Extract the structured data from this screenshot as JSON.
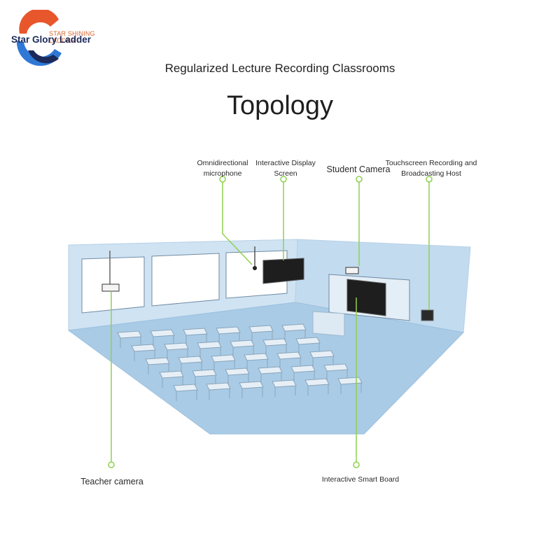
{
  "brand": {
    "tagline": "STAR SHINING LADDER",
    "name": "Star Glory Ladder",
    "colors": {
      "orange": "#e8562b",
      "navy": "#1c2a5a",
      "blue": "#2f78d6"
    }
  },
  "header": {
    "subtitle": "Regularized Lecture Recording Classrooms",
    "title": "Topology"
  },
  "labels": {
    "microphone": "Omnidirectional\nmicrophone",
    "display": "Interactive Display\nScreen",
    "student_camera": "Student Camera",
    "host": "Touchscreen Recording and\nBroadcasting Host",
    "teacher_camera": "Teacher camera",
    "smart_board": "Interactive Smart Board"
  },
  "style": {
    "callout_color": "#8fd14f",
    "wall_color": "#cfe3f3",
    "floor_color": "#a9cbe6"
  }
}
